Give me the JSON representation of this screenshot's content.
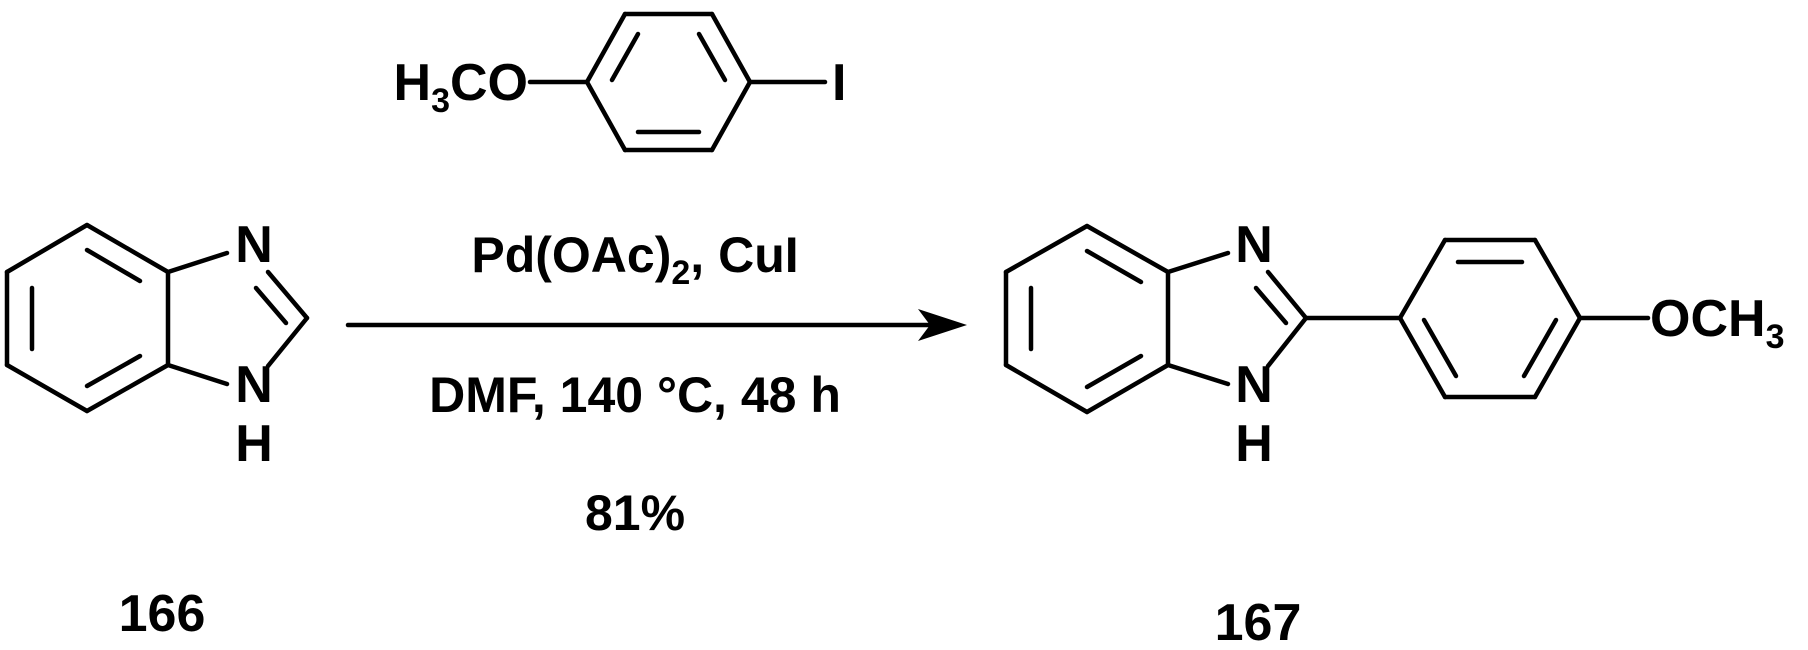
{
  "reagent": {
    "substituent_left": [
      "H",
      "3",
      "CO"
    ],
    "substituent_right": "I"
  },
  "starting_material": {
    "atom_n_top": "N",
    "atom_n_bottom": "N",
    "atom_h": "H",
    "label": "166"
  },
  "conditions": {
    "catalyst": [
      "Pd(OAc)",
      "2",
      ", CuI"
    ],
    "solvent_temp_time": "DMF, 140 °C, 48 h",
    "yield": "81%"
  },
  "product": {
    "atom_n_top": "N",
    "atom_n_bottom": "N",
    "atom_h": "H",
    "substituent_right": [
      "OCH",
      "3"
    ],
    "label": "167"
  }
}
